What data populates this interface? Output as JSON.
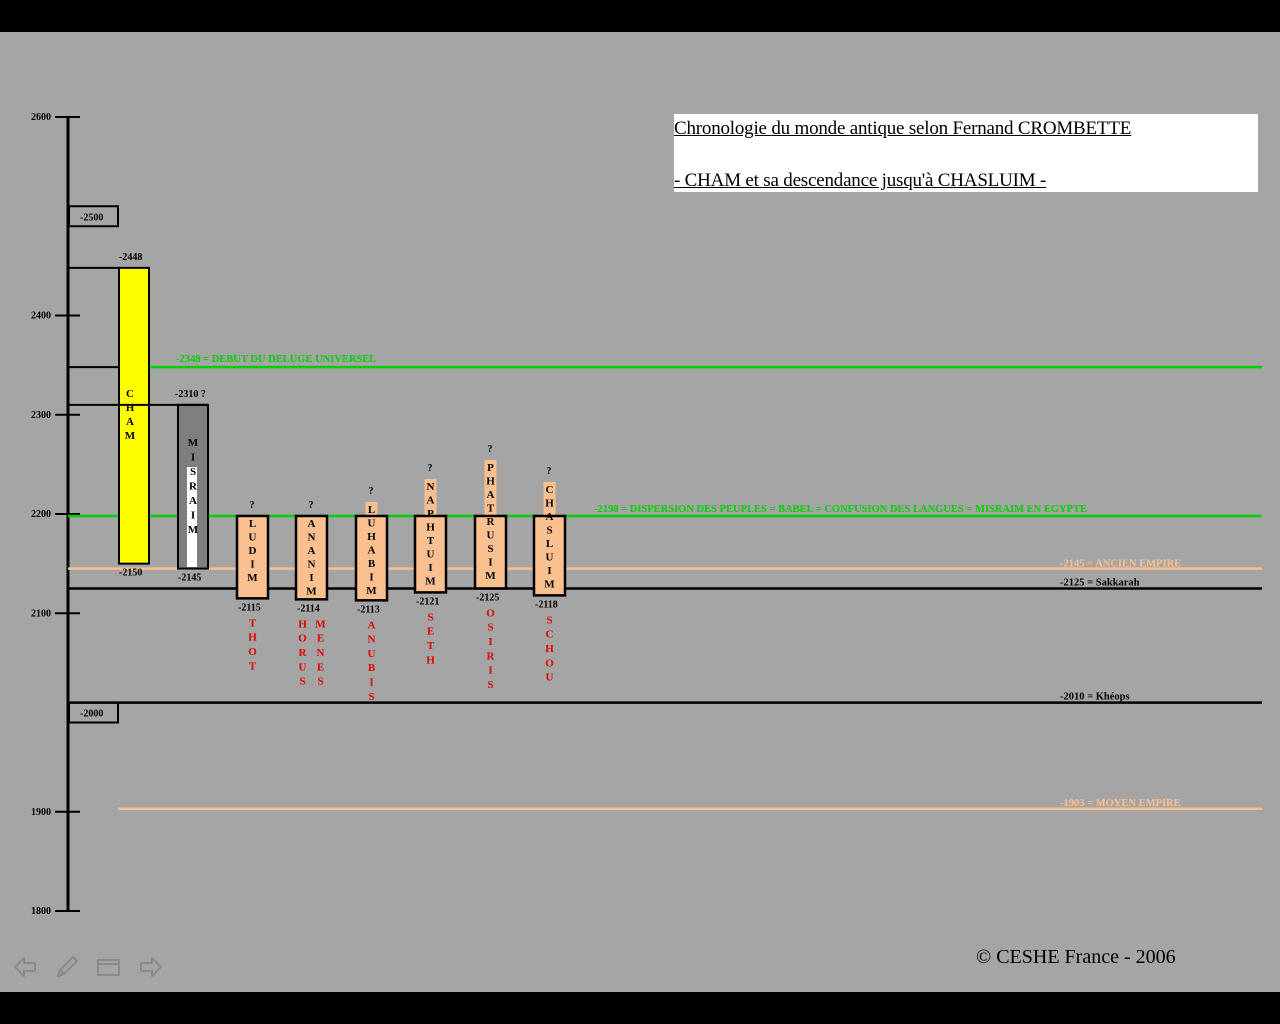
{
  "title": {
    "line1": "Chronologie du monde antique selon Fernand CROMBETTE",
    "line2": "- CHAM et sa descendance jusqu'à CHASLUIM -"
  },
  "copyright": "© CESHE  France - 2006",
  "colors": {
    "background": "#a5a5a5",
    "green": "#00d000",
    "peach": "#fac090",
    "yellow": "#ffff00",
    "gray_bar": "#7f7f7f",
    "red": "#e00000"
  },
  "axis": {
    "labels": [
      "2600",
      "2400",
      "2300",
      "2200",
      "2100",
      "1900",
      "1800"
    ],
    "boxed_labels": [
      "-2500",
      "-2000"
    ]
  },
  "events": [
    {
      "label": "-2348 = DEBUT DU DELUGE UNIVERSEL",
      "year": 2348,
      "color": "#00d000"
    },
    {
      "label": "-2198 = DISPERSION DES PEUPLES = BABEL = CONFUSION DES LANGUES = MISRAIM EN EGYPTE",
      "year": 2198,
      "color": "#00d000"
    },
    {
      "label": "-2145 = ANCIEN EMPIRE",
      "year": 2145,
      "color": "#fac090"
    },
    {
      "label": "-2125 = Sakkarah",
      "year": 2125,
      "color": "#000000"
    },
    {
      "label": "-2010 = Khéops",
      "year": 2010,
      "color": "#000000"
    },
    {
      "label": "-1903 = MOYEN EMPIRE",
      "year": 1903,
      "color": "#fac090"
    }
  ],
  "persons": [
    {
      "name": "CHAM",
      "start_label": "-2448",
      "end_label": "-2150",
      "start": 2448,
      "end": 2150,
      "fill": "#ffff00"
    },
    {
      "name": "MISRAIM",
      "start_label": "-2310 ?",
      "end_label": "-2145",
      "start": 2310,
      "end": 2145,
      "fill": "#7f7f7f"
    },
    {
      "name": "LUDIM",
      "start_label": "?",
      "end_label": "-2115",
      "end": 2115,
      "fill": "#fac090",
      "gods": [
        "THOT"
      ]
    },
    {
      "name": "ANANIM",
      "start_label": "?",
      "end_label": "-2114",
      "end": 2114,
      "fill": "#fac090",
      "gods": [
        "HORUS",
        "MENES"
      ]
    },
    {
      "name": "LUHABIM",
      "start_label": "?",
      "end_label": "-2113",
      "end": 2113,
      "fill": "#fac090",
      "gods": [
        "ANUBIS"
      ]
    },
    {
      "name": "NAPHTUIM",
      "start_label": "?",
      "end_label": "-2121",
      "end": 2121,
      "fill": "#fac090",
      "gods": [
        "SETH"
      ]
    },
    {
      "name": "PHATRUSIM",
      "start_label": "?",
      "end_label": "-2125",
      "end": 2125,
      "fill": "#fac090",
      "gods": [
        "OSIRIS"
      ]
    },
    {
      "name": "CHASLUIM",
      "start_label": "?",
      "end_label": "-2118",
      "end": 2118,
      "fill": "#fac090",
      "gods": [
        "SCHOU"
      ]
    }
  ],
  "navigation": {
    "prev_icon": "arrow-left-icon",
    "pen_icon": "pen-icon",
    "menu_icon": "slide-menu-icon",
    "next_icon": "arrow-right-icon"
  }
}
